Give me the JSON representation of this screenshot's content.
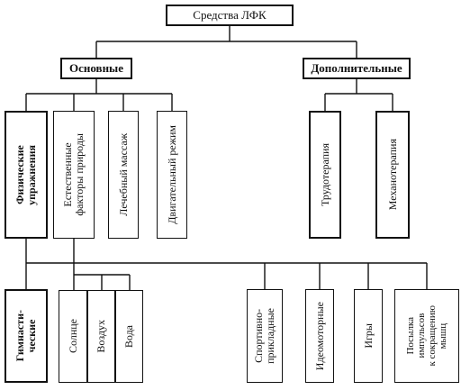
{
  "diagram": {
    "root": {
      "label": "Средства ЛФК"
    },
    "groups": {
      "main": {
        "label": "Основные"
      },
      "extra": {
        "label": "Дополнительные"
      }
    },
    "main_items": [
      {
        "label": "Физические\nупражнения"
      },
      {
        "label": "Естественные\nфакторы природы"
      },
      {
        "label": "Лечебный массаж"
      },
      {
        "label": "Двигательный режим"
      }
    ],
    "extra_items": [
      {
        "label": "Трудотерапия"
      },
      {
        "label": "Механотерапия"
      }
    ],
    "exercise_items": [
      {
        "label": "Гимнасти-\nческие"
      },
      {
        "label": "Спортивно-\nприкладные"
      },
      {
        "label": "Идеомоторные"
      },
      {
        "label": "Игры"
      },
      {
        "label": "Посылка\nимпульсов\nк сокращению\nмышц"
      }
    ],
    "nature_items": [
      {
        "label": "Солнце"
      },
      {
        "label": "Воздух"
      },
      {
        "label": "Вода"
      }
    ]
  }
}
